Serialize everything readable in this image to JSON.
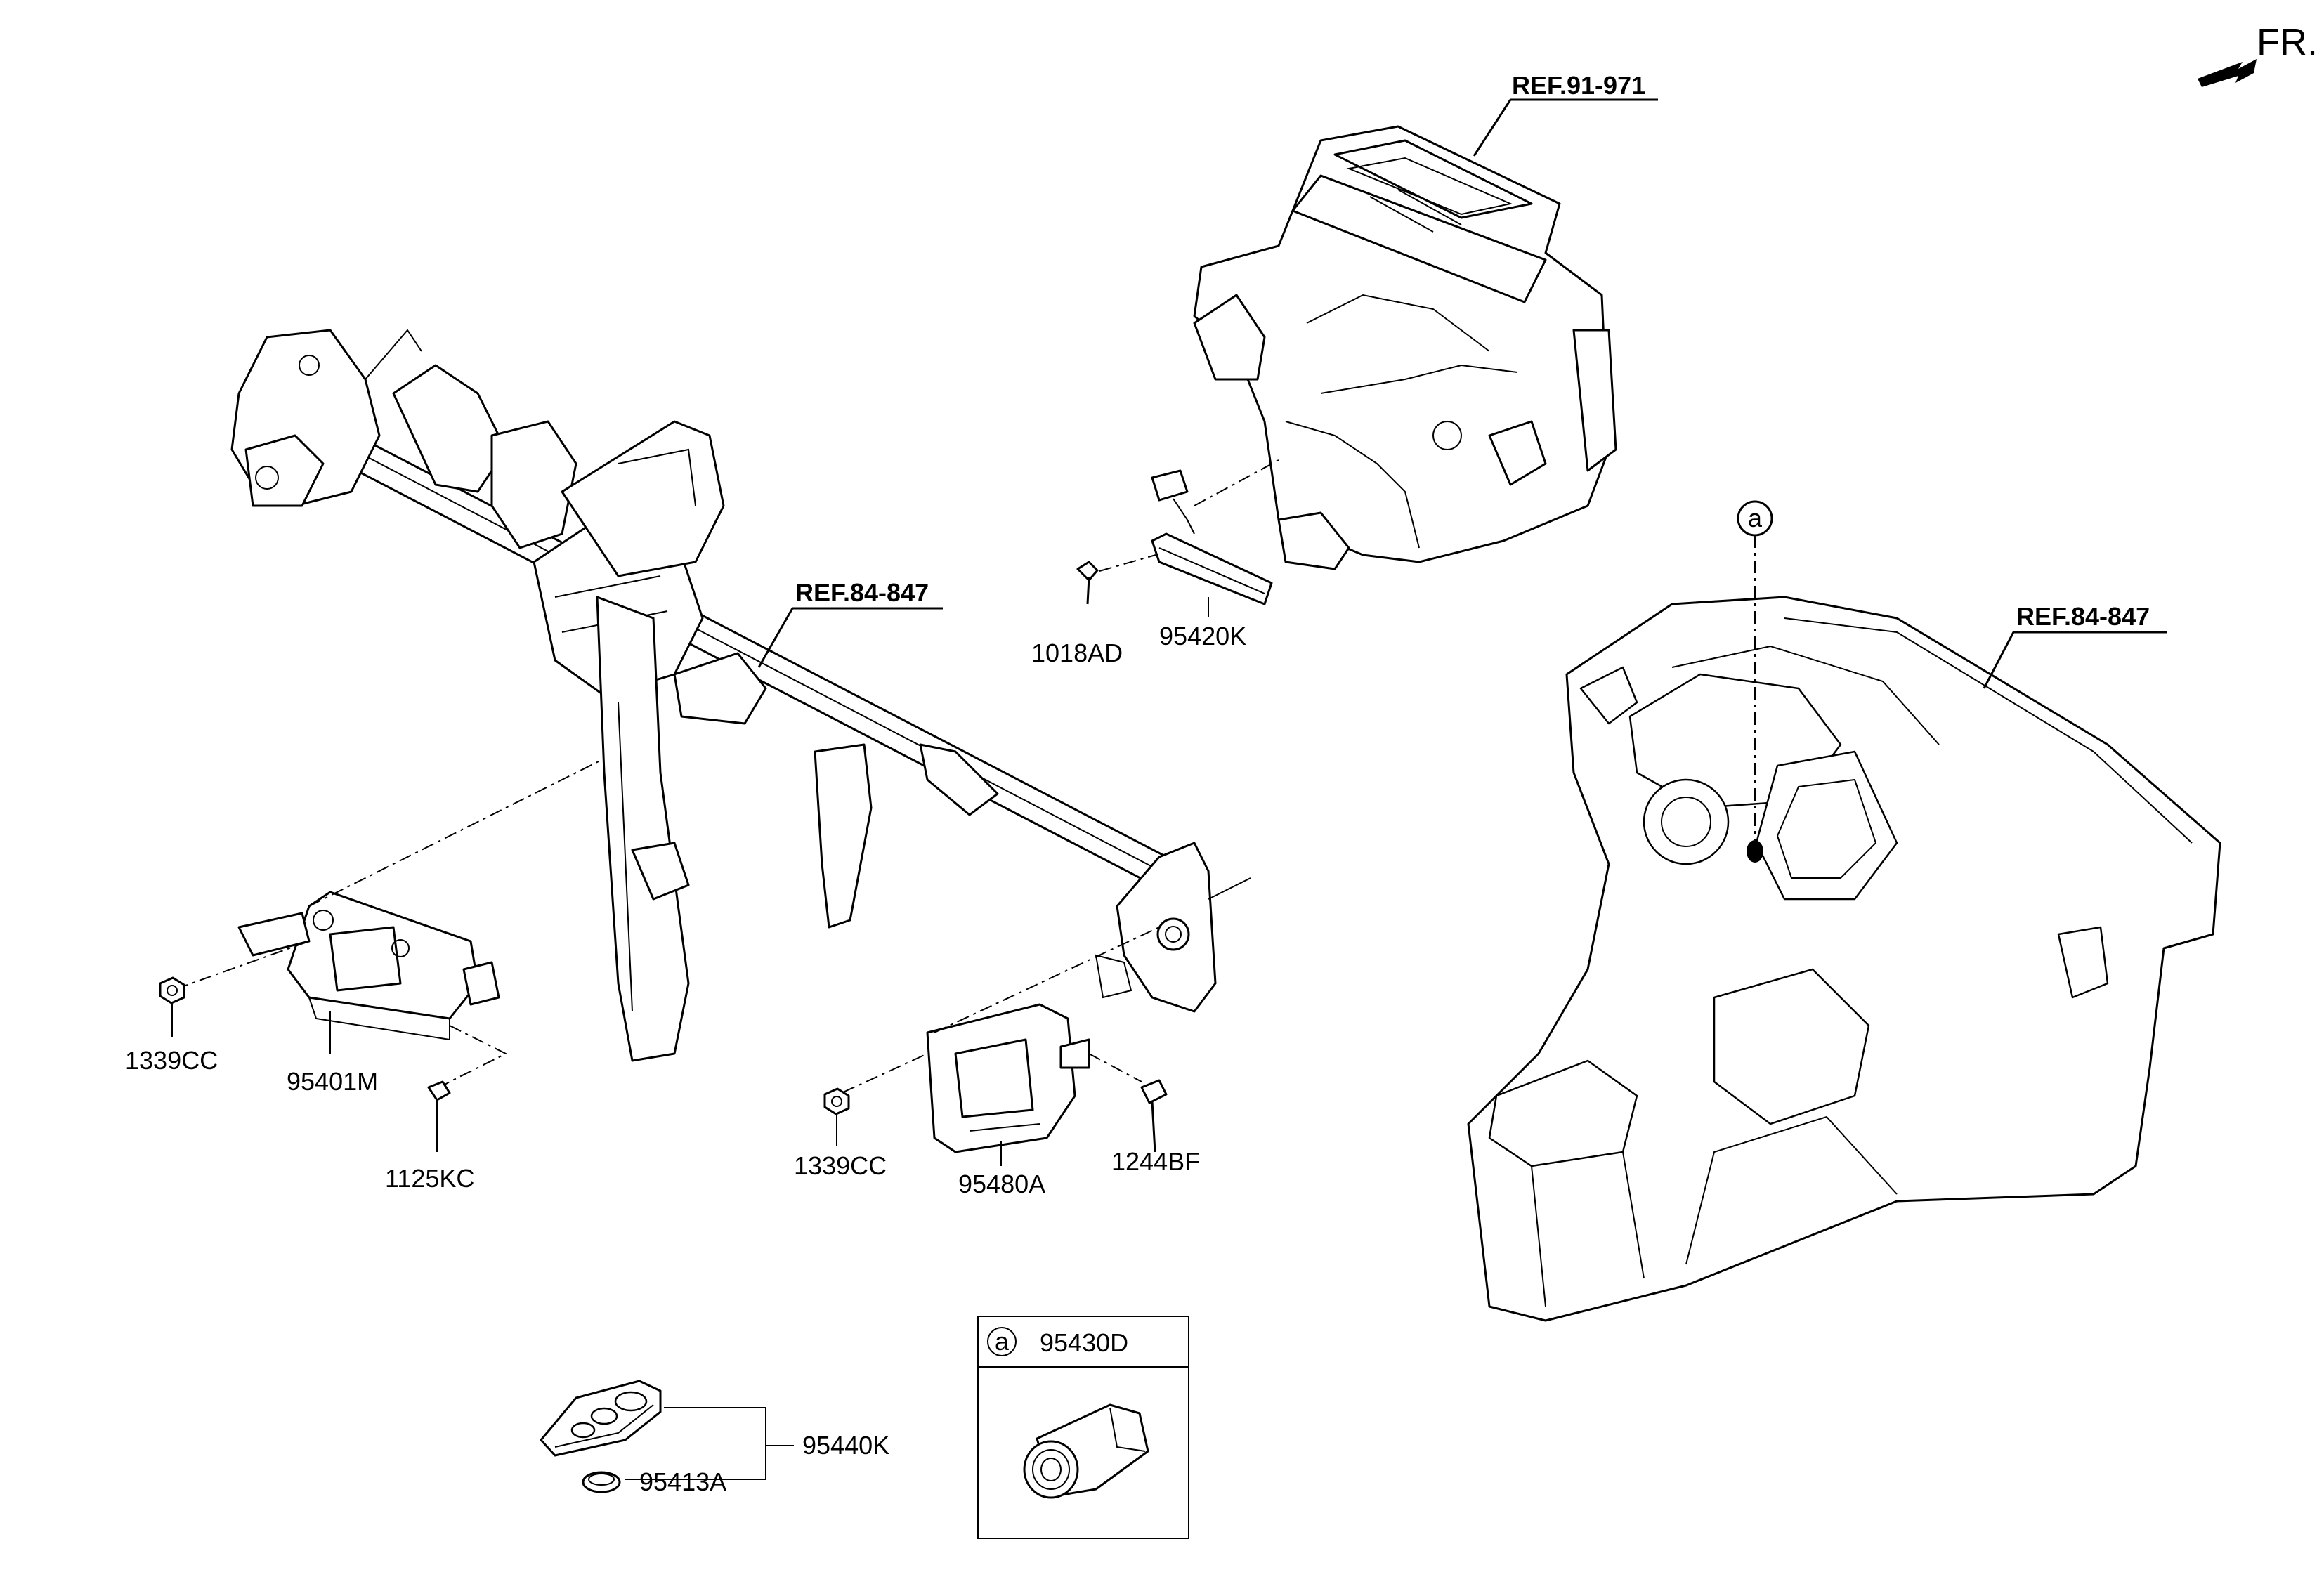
{
  "orientation": {
    "label": "FR."
  },
  "references": {
    "hvac": "REF.91-971",
    "cowl_crossmember": "REF.84-847",
    "crash_pad": "REF.84-847"
  },
  "parts": {
    "antenna_bolt": "1018AD",
    "antenna": "95420K",
    "nut_left": "1339CC",
    "bcm_unit": "95401M",
    "bolt_left": "1125KC",
    "nut_right": "1339CC",
    "smart_key_unit": "95480A",
    "bolt_right": "1244BF",
    "fob_key": "95440K",
    "battery": "95413A"
  },
  "callout": {
    "marker": "a",
    "box_marker": "a",
    "box_part": "95430D"
  }
}
